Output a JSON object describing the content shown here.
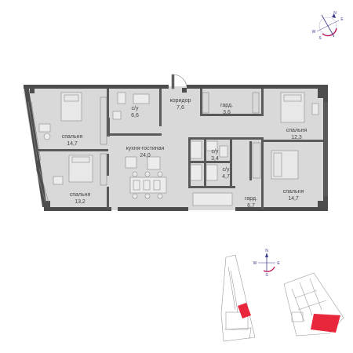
{
  "plan": {
    "rooms": [
      {
        "name": "bedroom-1",
        "label": "спальня",
        "area": "14,7"
      },
      {
        "name": "bathroom-1",
        "label": "с/у",
        "area": "6,6"
      },
      {
        "name": "corridor",
        "label": "коридор",
        "area": "7,6"
      },
      {
        "name": "wardrobe-1",
        "label": "гард.",
        "area": "3,6"
      },
      {
        "name": "bedroom-2",
        "label": "спальня",
        "area": "12,3"
      },
      {
        "name": "kitchen-living",
        "label": "кухня-гостиная",
        "area": "24,0"
      },
      {
        "name": "bathroom-2",
        "label": "с/у",
        "area": "3,4"
      },
      {
        "name": "bathroom-3",
        "label": "с/у",
        "area": "4,7"
      },
      {
        "name": "bedroom-3",
        "label": "спальня",
        "area": "13,2"
      },
      {
        "name": "wardrobe-2",
        "label": "гард.",
        "area": "6,7"
      },
      {
        "name": "bedroom-4",
        "label": "спальня",
        "area": "14,7"
      }
    ]
  },
  "compass_top": {
    "north": "N",
    "south": "S",
    "east": "E",
    "west": "W"
  },
  "compass_bottom": {
    "north": "N",
    "south": "S",
    "east": "E",
    "west": "W"
  },
  "colors": {
    "wall": "#555555",
    "floor": "#dcdcdc",
    "highlight": "#e8263c",
    "compass": "#3a3a8a",
    "compass_arc": "#c2185b"
  }
}
